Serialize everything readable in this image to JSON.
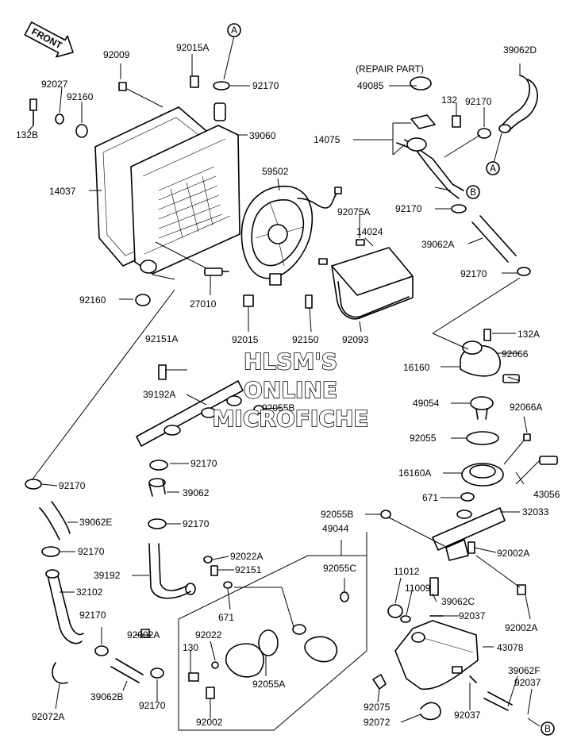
{
  "diagram": {
    "watermark": [
      "HLSM'S",
      "ONLINE",
      "MICROFICHE"
    ],
    "front_label": "FRONT",
    "repair_part_label": "(REPAIR PART)",
    "callouts": [
      "A",
      "A",
      "B",
      "B"
    ],
    "labels": {
      "p92009": "92009",
      "p92015A": "92015A",
      "p92170a": "92170",
      "p39062D": "39062D",
      "p92027": "92027",
      "p92160a": "92160",
      "p132B": "132B",
      "p39060": "39060",
      "p14037": "14037",
      "p59502": "59502",
      "p49085": "49085",
      "p132": "132",
      "p92170b": "92170",
      "p14075": "14075",
      "p92075A": "92075A",
      "p14024": "14024",
      "p92170c": "92170",
      "p39062A": "39062A",
      "p92170d": "92170",
      "p92160b": "92160",
      "p27010": "27010",
      "p92015": "92015",
      "p92150": "92150",
      "p92093": "92093",
      "p132A": "132A",
      "p92151A": "92151A",
      "p92066": "92066",
      "p16160": "16160",
      "p39192A": "39192A",
      "p92055B_a": "92055B",
      "p49054": "49054",
      "p92066A": "92066A",
      "p92055": "92055",
      "p92170e": "92170",
      "p16160A": "16160A",
      "p43056": "43056",
      "p92170f": "92170",
      "p39062": "39062",
      "p671a": "671",
      "p92055B_b": "92055B",
      "p32033": "32033",
      "p49044": "49044",
      "p39062E": "39062E",
      "p92170g": "92170",
      "p92170h": "92170",
      "p92022A": "92022A",
      "p92002A_a": "92002A",
      "p39192": "39192",
      "p92151": "92151",
      "p92055C": "92055C",
      "p11012": "11012",
      "p11009": "11009",
      "p32102": "32102",
      "p671b": "671",
      "p39062C": "39062C",
      "p92002A_b": "92002A",
      "p92170i": "92170",
      "p92002A_c": "92002A",
      "p92037a": "92037",
      "p92022": "92022",
      "p43078": "43078",
      "p130": "130",
      "p39062F": "39062F",
      "p92037b": "92037",
      "p39062B": "39062B",
      "p92170j": "92170",
      "p92055A": "92055A",
      "p92075": "92075",
      "p92072": "92072",
      "p92037c": "92037",
      "p92072A": "92072A",
      "p92002": "92002"
    }
  }
}
